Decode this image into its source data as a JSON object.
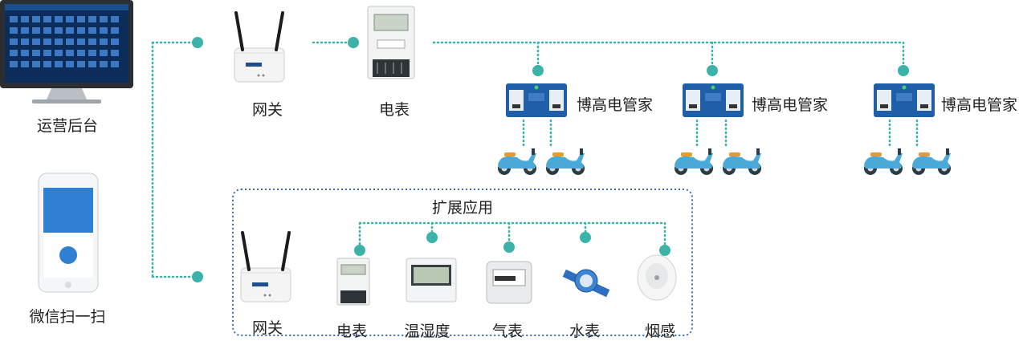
{
  "labels": {
    "ops_backend": "运营后台",
    "wechat_scan": "微信扫一扫",
    "gateway_top": "网关",
    "meter_top": "电表",
    "manager_1": "博高电管家",
    "manager_2": "博高电管家",
    "manager_3": "博高电管家",
    "ext_title": "扩展应用",
    "gateway_bottom": "网关",
    "ext_meter": "电表",
    "ext_temp": "温湿度",
    "ext_gas": "气表",
    "ext_water": "水表",
    "ext_smoke": "烟感"
  },
  "colors": {
    "connector": "#3bb3a8",
    "extension_border": "#3a6fb0",
    "device_panel": "#1f5ea8",
    "scooter": "#4aa9d6"
  },
  "icons": {
    "monitor": "monitor-icon",
    "phone": "phone-icon",
    "gateway": "router-icon",
    "meter": "electric-meter-icon",
    "charger": "charging-panel-icon",
    "scooter": "scooter-icon",
    "temp": "thermometer-panel-icon",
    "gas": "gas-meter-icon",
    "water": "water-meter-icon",
    "smoke": "smoke-detector-icon"
  }
}
